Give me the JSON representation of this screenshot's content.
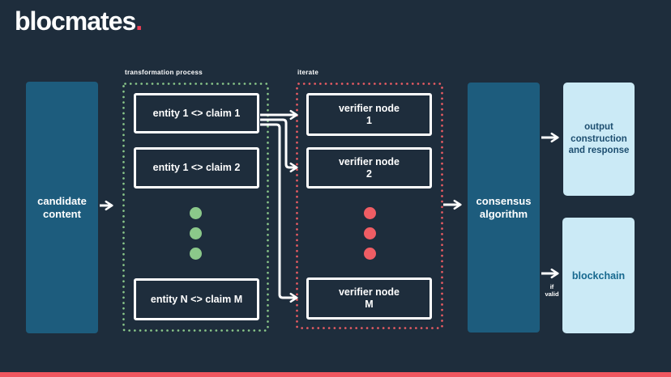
{
  "brand": {
    "name": "blocmates",
    "dot": "."
  },
  "stages": {
    "candidate": {
      "label": "candidate content"
    },
    "transformation": {
      "label": "transformation process",
      "items": [
        "entity 1 <> claim 1",
        "entity 1 <> claim 2",
        "entity N <> claim M"
      ]
    },
    "iterate": {
      "label": "iterate",
      "items": [
        "verifier node\n1",
        "verifier node\n2",
        "verifier node\nM"
      ]
    },
    "consensus": {
      "label": "consensus algorithm"
    },
    "outputs": {
      "output_construction": {
        "label": "output construction and response"
      },
      "blockchain": {
        "label": "blockchain"
      },
      "condition": {
        "label": "if\nvalid"
      }
    }
  },
  "colors": {
    "background": "#1e2d3c",
    "teal_box": "#1d5c7d",
    "light_blue_box": "#cbeaf6",
    "green_accent": "#8bc88a",
    "red_accent": "#ef5d64",
    "logo_dot_red": "#ee4056",
    "line_white": "#ffffff"
  }
}
